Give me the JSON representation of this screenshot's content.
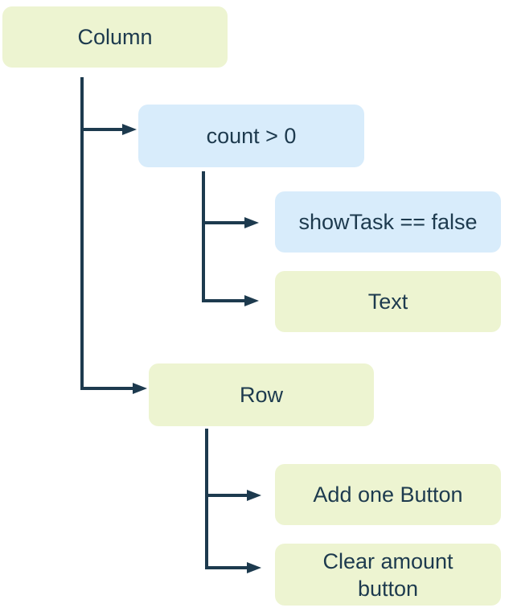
{
  "diagram": {
    "kind": "widget-tree",
    "background": "#ffffff",
    "colors": {
      "green_fill": "#edf4d1",
      "blue_fill": "#d8ecfb",
      "line": "#1d3a4e",
      "text": "#1d3a4e"
    },
    "nodes": {
      "column": {
        "label": "Column",
        "fill": "green"
      },
      "count": {
        "label": "count > 0",
        "fill": "blue"
      },
      "showtask": {
        "label": "showTask == false",
        "fill": "blue"
      },
      "text": {
        "label": "Text",
        "fill": "green"
      },
      "row": {
        "label": "Row",
        "fill": "green"
      },
      "addone": {
        "label": "Add one Button",
        "fill": "green"
      },
      "clear": {
        "label": "Clear amount button",
        "fill": "green"
      }
    },
    "edges": [
      {
        "from": "column",
        "to": "count"
      },
      {
        "from": "column",
        "to": "row"
      },
      {
        "from": "count",
        "to": "showtask"
      },
      {
        "from": "count",
        "to": "text"
      },
      {
        "from": "row",
        "to": "addone"
      },
      {
        "from": "row",
        "to": "clear"
      }
    ]
  }
}
